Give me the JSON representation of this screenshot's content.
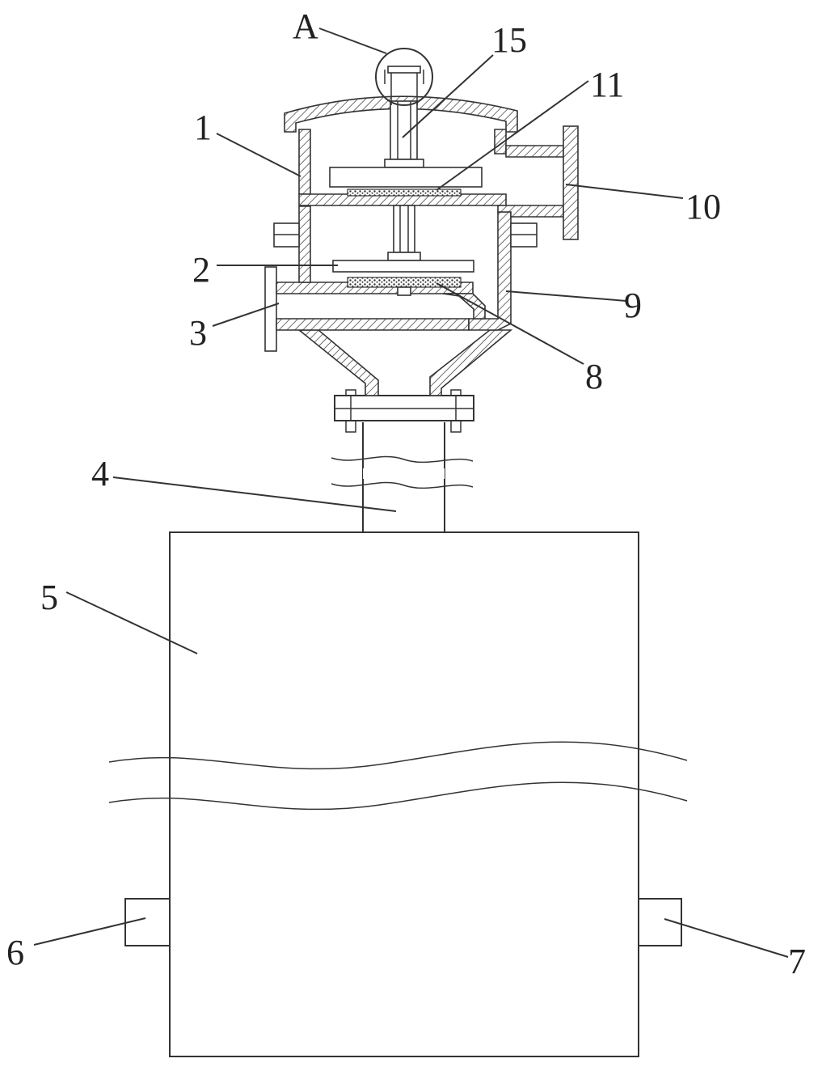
{
  "colors": {
    "line": "#333333",
    "label": "#222222",
    "background": "#ffffff"
  },
  "labels": {
    "A": "A",
    "l15": "15",
    "l11": "11",
    "l1": "1",
    "l10": "10",
    "l2": "2",
    "l9": "9",
    "l3": "3",
    "l8": "8",
    "l4": "4",
    "l5": "5",
    "l6": "6",
    "l7": "7"
  }
}
